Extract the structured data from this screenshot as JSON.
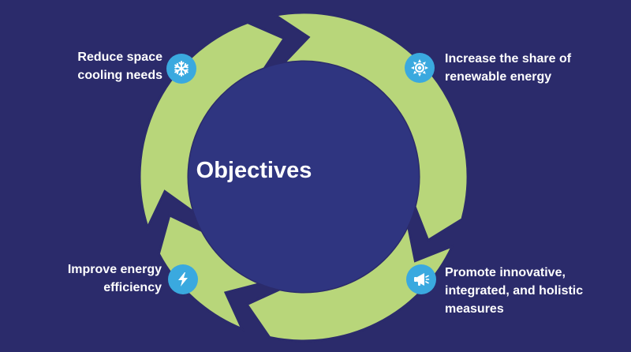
{
  "colors": {
    "background": "#2b2b6b",
    "ring": "#b8d67a",
    "center": "#2f3580",
    "ring_edge": "#2b2b6b",
    "badge": "#3aa9df",
    "icon": "#ffffff",
    "text": "#ffffff"
  },
  "center": {
    "title": "Objectives"
  },
  "objectives": [
    {
      "position": "top-left",
      "icon": "snowflake-icon",
      "lines": [
        "Reduce space",
        "cooling needs"
      ]
    },
    {
      "position": "top-right",
      "icon": "sun-gear-icon",
      "lines": [
        "Increase the share of",
        "renewable energy"
      ]
    },
    {
      "position": "bottom-left",
      "icon": "lightning-bolt-icon",
      "lines": [
        "Improve energy",
        "efficiency"
      ]
    },
    {
      "position": "bottom-right",
      "icon": "megaphone-icon",
      "lines": [
        "Promote innovative,",
        "integrated, and holistic",
        "measures"
      ]
    }
  ]
}
